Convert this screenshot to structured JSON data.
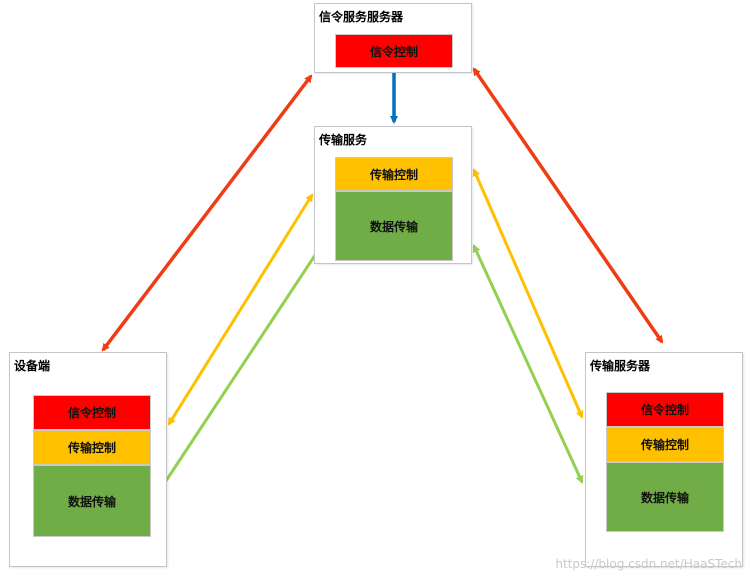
{
  "nodes": {
    "signal_server": {
      "title": "信令服务服务器",
      "blocks": [
        "信令控制"
      ]
    },
    "transfer_service": {
      "title": "传输服务",
      "blocks": [
        "传输控制",
        "数据传输"
      ]
    },
    "device": {
      "title": "设备端",
      "blocks": [
        "信令控制",
        "传输控制",
        "数据传输"
      ]
    },
    "transfer_server": {
      "title": "传输服务器",
      "blocks": [
        "信令控制",
        "传输控制",
        "数据传输"
      ]
    }
  },
  "colors": {
    "signal": "#ff0000",
    "transfer_control": "#ffc000",
    "data_transfer": "#70ad47",
    "arrow_signal": "#f03c14",
    "arrow_transfer_control": "#ffc000",
    "arrow_data": "#92d050",
    "arrow_internal": "#0070c0"
  },
  "watermark": "https://blog.csdn.net/HaaSTech"
}
